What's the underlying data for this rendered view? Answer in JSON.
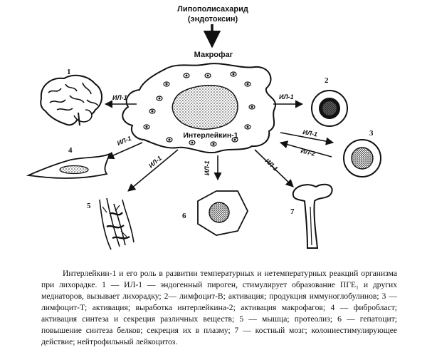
{
  "stimulus": {
    "line1": "Липополисахарид",
    "line2": "(эндотоксин)"
  },
  "center": {
    "title": "Макрофаг",
    "inner_label": "Интерлейкин-1"
  },
  "arrow_labels": {
    "il1": "ИЛ-1",
    "il2": "ИЛ-2"
  },
  "targets": [
    {
      "number": "1",
      "name": "brain"
    },
    {
      "number": "2",
      "name": "b-lymphocyte"
    },
    {
      "number": "3",
      "name": "t-lymphocyte"
    },
    {
      "number": "4",
      "name": "fibroblast"
    },
    {
      "number": "5",
      "name": "muscle"
    },
    {
      "number": "6",
      "name": "hepatocyte"
    },
    {
      "number": "7",
      "name": "bone-marrow"
    }
  ],
  "caption": "Интерлейкин-1 и его роль в развитии температурных и нетемпературных реакций организма при лихорадке. 1 — ИЛ-1 — эндогенный пироген, стимулирует образование ПГЕ₁ и других медиаторов, вызывает лихорадку; 2— лимфоцит-В; активация; продукция иммуноглобулинов; 3 — лимфоцит-Т; активация; выработка интерлейкина-2; активация макрофагов; 4 — фибробласт; активация синтеза и секреция различных веществ; 5 — мышца; протеолиз; 6 — гепатоцит; повышение синтеза белков; секреция их в плазму; 7 — костный мозг; колониестимулирующее действие; нейтрофильный лейкоцитоз."
}
